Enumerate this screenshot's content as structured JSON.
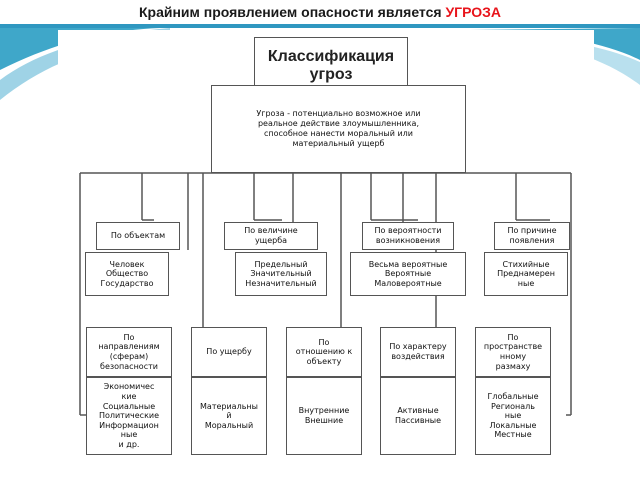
{
  "header": {
    "title_prefix": "Крайним проявлением опасности является ",
    "title_highlight": "УГРОЗА",
    "highlight_color": "#e8141b"
  },
  "diagram": {
    "root": "Классификация\nугроз",
    "definition": "Угроза - потенциально возможное или\nреальное действие злоумышленника,\nспособное нанести моральный или\nматериальный ущерб",
    "row1": [
      {
        "category": "По объектам",
        "values": "Человек\nОбщество\nГосударство"
      },
      {
        "category": "По величине\nущерба",
        "values": "Предельный\nЗначительный\nНезначительный"
      },
      {
        "category": "По вероятности\nвозникновения",
        "values": "Весьма вероятные\nВероятные\nМаловероятные"
      },
      {
        "category": "По причине\nпоявления",
        "values": "Стихийные\nПреднамерен\nные"
      }
    ],
    "row2": [
      {
        "category": "По\nнаправлениям\n(сферам)\nбезопасности",
        "values": "Экономичес\nкие\nСоциальные\nПолитические\nИнформацион\nные\nи др."
      },
      {
        "category": "По ущербу",
        "values": "Материальны\nй\nМоральный"
      },
      {
        "category": "По\nотношению к\nобъекту",
        "values": "Внутренние\nВнешние"
      },
      {
        "category": "По характеру\nвоздействия",
        "values": "Активные\nПассивные"
      },
      {
        "category": "По\nпространстве\nнному\nразмаху",
        "values": "Глобальные\nРегиональ\nные\nЛокальные\nМестные"
      }
    ]
  }
}
